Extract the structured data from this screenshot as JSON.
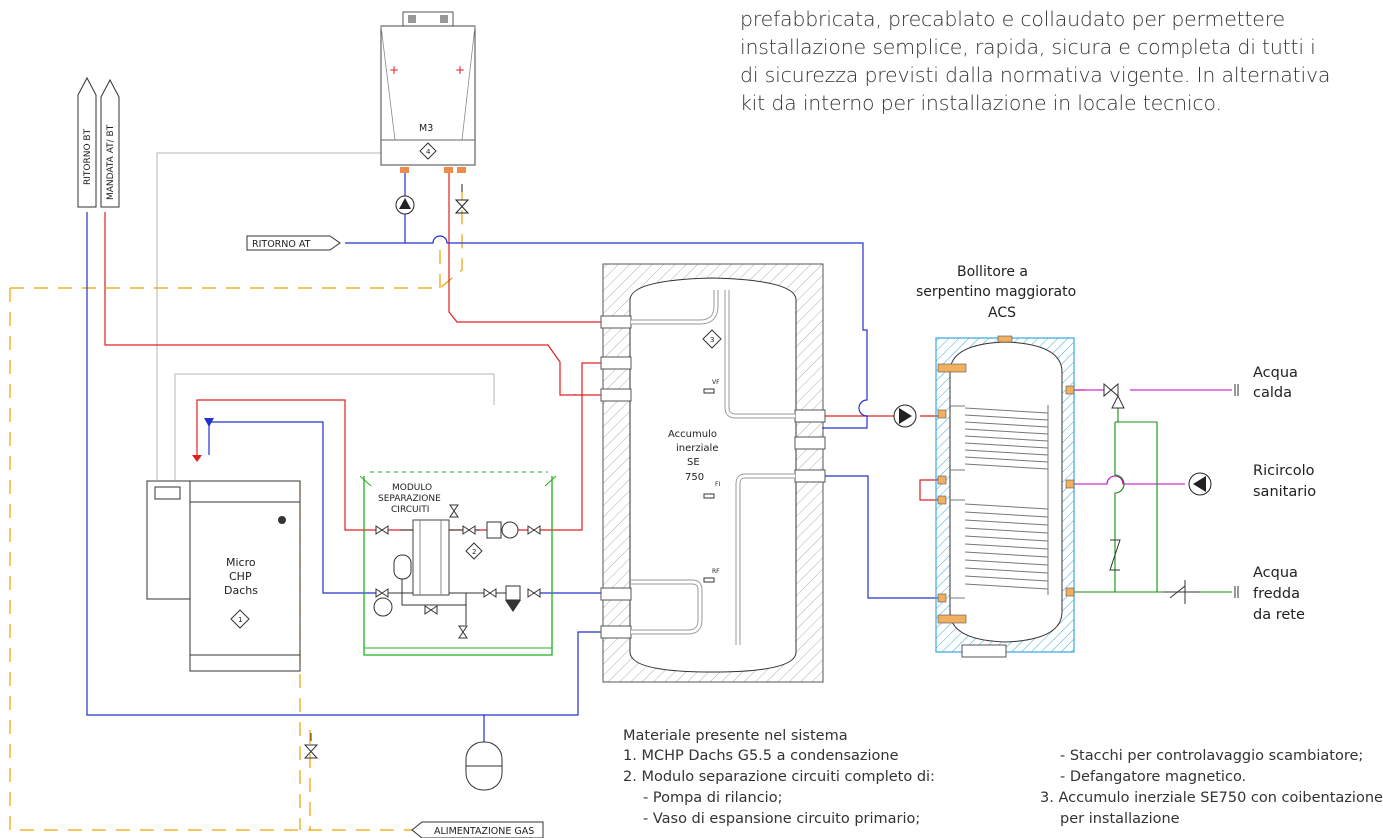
{
  "paragraph": {
    "line1": "prefabbricata, precablato e collaudato per permettere",
    "line2": "installazione semplice, rapida, sicura e completa di tutti i",
    "line3": "di sicurezza previsti dalla normativa vigente. In alternativa",
    "line4": "kit da interno per installazione in locale tecnico."
  },
  "labels": {
    "ritorno_bt": "RITORNO BT",
    "mandata_at_bt": "MANDATA AT/ BT",
    "ritorno_at": "RITORNO AT",
    "alimentazione_gas": "ALIMENTAZIONE GAS",
    "boiler_m3": "M3",
    "boiler_num": "4",
    "chp_line1": "Micro",
    "chp_line2": "CHP",
    "chp_line3": "Dachs",
    "chp_num": "1",
    "modulo_line1": "MODULO",
    "modulo_line2": "SEPARAZIONE",
    "modulo_line3": "CIRCUITI",
    "modulo_num": "2",
    "tank_line1": "Accumulo",
    "tank_line2": "inerziale",
    "tank_line3": "SE",
    "tank_line4": "750",
    "tank_num": "3",
    "sensor_vf": "VF",
    "sensor_fi": "FI",
    "sensor_rf": "RF",
    "bollitore_line1": "Bollitore a",
    "bollitore_line2": "serpentino  maggiorato",
    "bollitore_line3": "ACS",
    "acqua_calda_1": "Acqua",
    "acqua_calda_2": "calda",
    "ricircolo_1": "Ricircolo",
    "ricircolo_2": "sanitario",
    "acqua_fredda_1": "Acqua",
    "acqua_fredda_2": "fredda",
    "acqua_fredda_3": "da rete"
  },
  "materials": {
    "title": "Materiale presente nel sistema",
    "item1": "1.  MCHP Dachs G5.5 a condensazione",
    "item2": "2.  Modulo separazione circuiti completo di:",
    "item2a": "- Pompa di rilancio;",
    "item2b": "- Vaso di espansione circuito primario;",
    "item2c": "- Stacchi per controlavaggio scambiatore;",
    "item2d": "- Defangatore magnetico.",
    "item3": "3.  Accumulo inerziale SE750 con coibentazione",
    "item3a": "per installazione"
  },
  "colors": {
    "hot": "#e02020",
    "cold": "#2233cc",
    "gas": "#f0a000",
    "drinking": "#c000c0",
    "mains": "#109010",
    "module_border": "#20b020",
    "acs_insulation": "#3aaadd"
  }
}
